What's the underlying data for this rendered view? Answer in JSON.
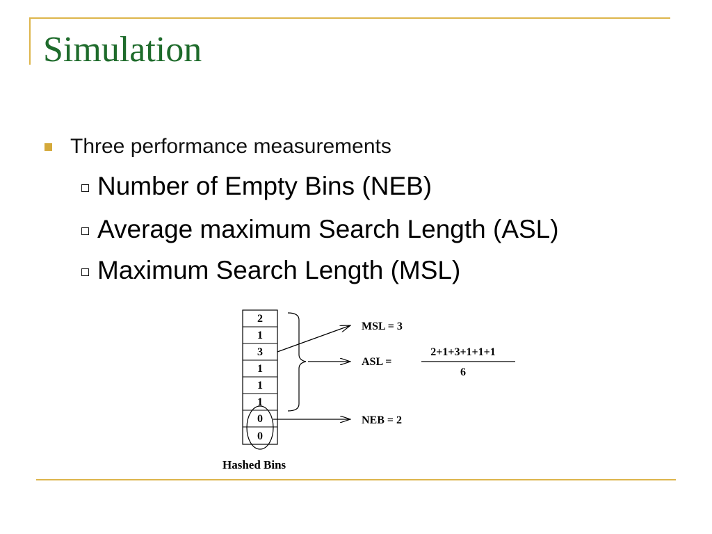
{
  "slide": {
    "title": "Simulation",
    "bullets": [
      {
        "level": 1,
        "text": "Three performance measurements"
      },
      {
        "level": 2,
        "text": "Number of Empty Bins (NEB)"
      },
      {
        "level": 2,
        "text": "Average maximum Search Length (ASL)"
      },
      {
        "level": 2,
        "text": "Maximum Search Length (MSL)"
      }
    ]
  },
  "diagram": {
    "bins": [
      "2",
      "1",
      "3",
      "1",
      "1",
      "1",
      "0",
      "0"
    ],
    "caption": "Hashed Bins",
    "msl_label": "MSL = 3",
    "asl_label": "ASL =",
    "asl_numerator": "2+1+3+1+1+1",
    "asl_denominator": "6",
    "neb_label": "NEB = 2"
  },
  "colors": {
    "title": "#1E6B2B",
    "accent": "#DDB54B",
    "bullet_l1": "#D4A93A"
  }
}
